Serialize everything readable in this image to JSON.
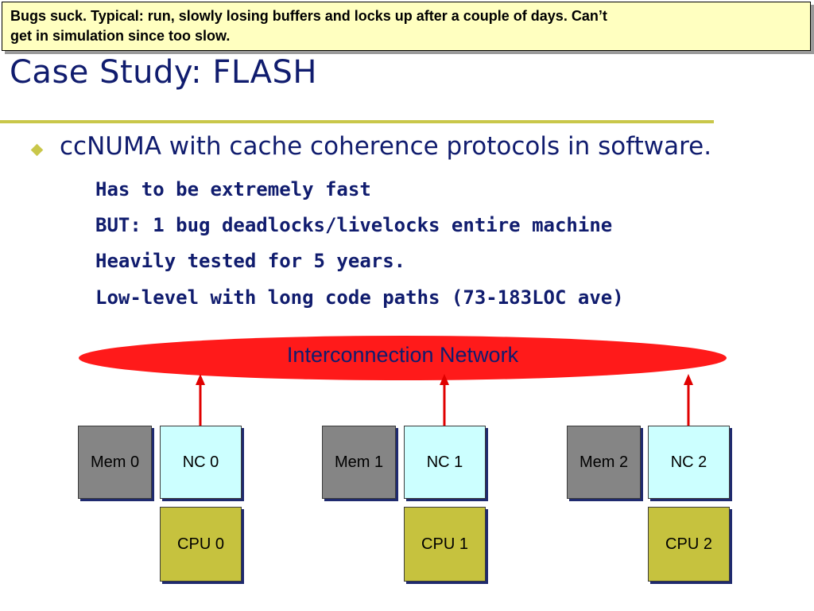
{
  "note": {
    "line1": "Bugs suck.  Typical: run, slowly losing buffers and locks up after a couple of days.  Can’t",
    "line2": "get in simulation since too slow."
  },
  "slide": {
    "title": "Case Study: FLASH",
    "bullet": "ccNUMA with cache coherence protocols in software.",
    "subpoints": [
      "Has to be extremely fast",
      "BUT: 1 bug deadlocks/livelocks entire machine",
      "Heavily tested for 5 years.",
      "Low-level with long code paths (73-183LOC ave)"
    ]
  },
  "diagram": {
    "network_label": "Interconnection Network",
    "nodes": [
      {
        "mem": "Mem 0",
        "nc": "NC 0",
        "cpu": "CPU 0"
      },
      {
        "mem": "Mem 1",
        "nc": "NC 1",
        "cpu": "CPU 1"
      },
      {
        "mem": "Mem 2",
        "nc": "NC 2",
        "cpu": "CPU 2"
      }
    ],
    "colors": {
      "network": "#ff1a1a",
      "arrow": "#e00000",
      "mem": "#858585",
      "nc": "#ccffff",
      "cpu": "#c6c23e",
      "title_text": "#101c6e",
      "accent": "#c9c74a",
      "note_bg": "#ffffc0"
    }
  }
}
